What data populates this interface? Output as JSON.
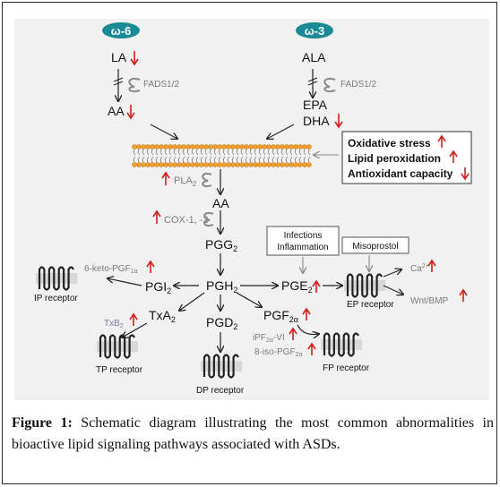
{
  "pathway": {
    "omega6": "ω-6",
    "omega3": "ω-3",
    "la": "LA",
    "ala": "ALA",
    "fads_left": "FADS1/2",
    "fads_right": "FADS1/2",
    "aa_top": "AA",
    "epa": "EPA",
    "dha": "DHA",
    "pla2": "PLA",
    "pla2_sub": "2",
    "aa_mid": "AA",
    "cox": "COX-1, -2",
    "pgg2": "PGG",
    "pgg2_sub": "2",
    "pgh2": "PGH",
    "pgh2_sub": "2",
    "pgi2": "PGI",
    "pgi2_sub": "2",
    "keto_pgf": "6-keto-PGF",
    "keto_pgf_sub": "1α",
    "ip_receptor": "IP receptor",
    "txa2": "TxA",
    "txa2_sub": "2",
    "txb2": "TxB",
    "txb2_sub": "2",
    "tp_receptor": "TP receptor",
    "pgd2": "PGD",
    "pgd2_sub": "2",
    "dp_receptor": "DP receptor",
    "pgf2a": "PGF",
    "pgf2a_sub": "2α",
    "ipf2a": "iPF",
    "ipf2a_sub": "2α",
    "ipf2a_suffix": "-VI",
    "isopgf": "8-iso-PGF",
    "isopgf_sub": "2α",
    "fp_receptor": "FP receptor",
    "pge2": "PGE",
    "pge2_sub": "2",
    "ep_receptor": "EP receptor",
    "ca2": "Ca",
    "ca2_sup": "2+",
    "wnt": "Wnt/BMP",
    "infections": "Infections",
    "inflammation": "Inflammation",
    "misoprostol": "Misoprostol"
  },
  "stress_box": {
    "oxidative": "Oxidative stress",
    "lipid": "Lipid peroxidation",
    "antioxidant": "Antioxidant capacity"
  },
  "caption": {
    "label": "Figure 1:",
    "text": " Schematic diagram illustrating the most common abnormalities in bioactive lipid signaling pathways associated with ASDs."
  },
  "colors": {
    "up_arrow": "#d0201a",
    "down_arrow": "#d0201a",
    "omega_badge": "#1a8a94",
    "membrane_head": "#f0a030",
    "grey_text": "#7a7a7a"
  }
}
